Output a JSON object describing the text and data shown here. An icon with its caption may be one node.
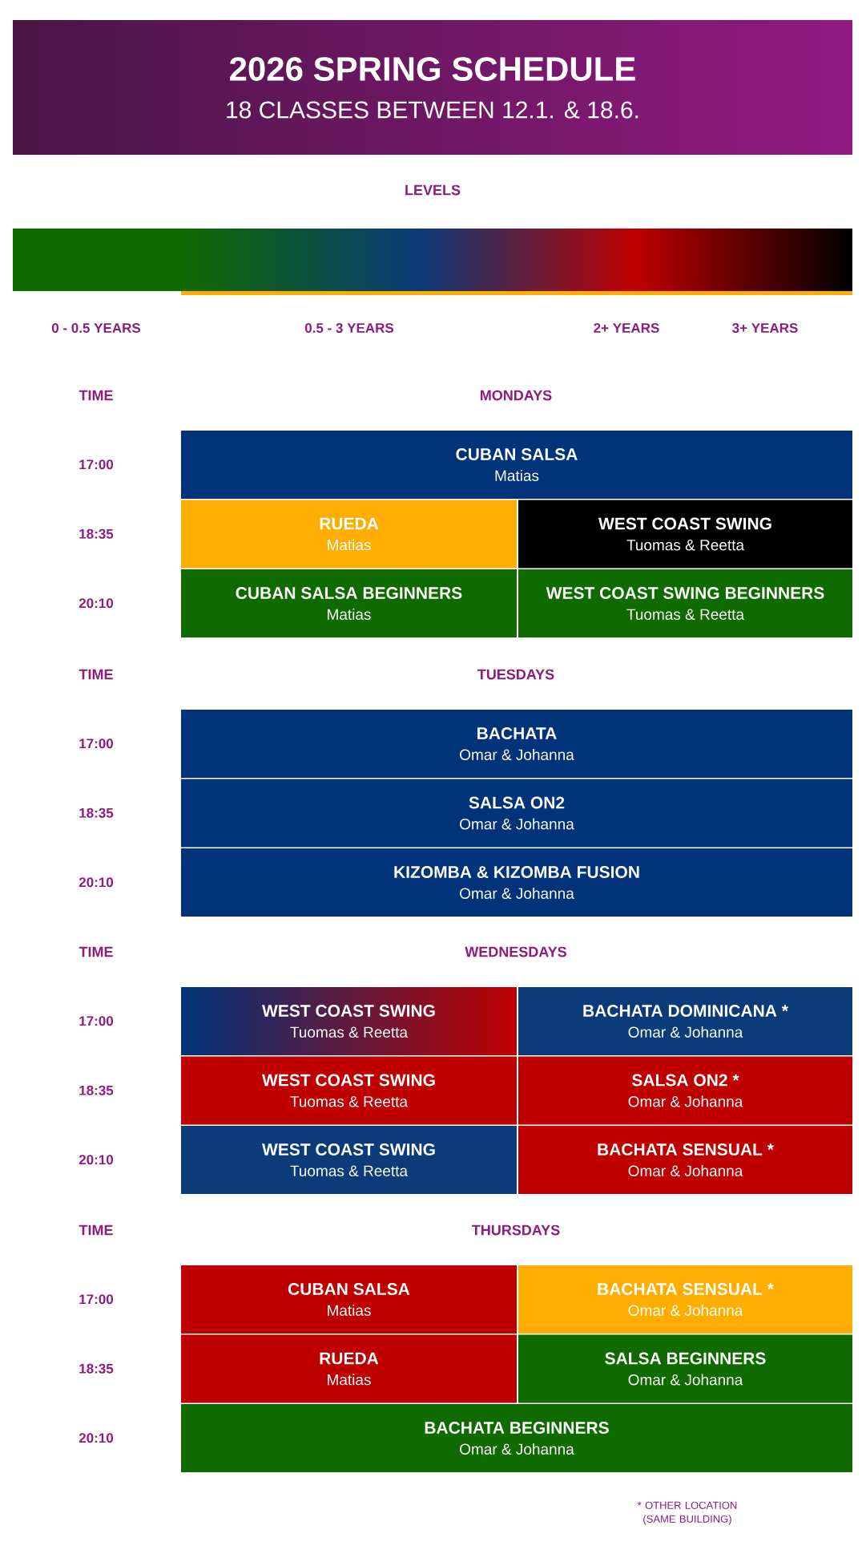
{
  "diagram": {
    "title": "2026 SPRING SCHEDULE",
    "nodes": [
      {
        "text": [
          "CUBAN SALSA",
          "Matias"
        ]
      },
      {
        "text": [
          "RUEDA",
          "Matias"
        ]
      },
      {
        "text": [
          "WEST COAST SWING",
          "Tuomas & Reetta"
        ]
      },
      {
        "text": [
          "CUBAN SALSA BEGINNERS",
          "Matias"
        ]
      },
      {
        "text": [
          "WEST COAST SWING BEGINNERS",
          "Tuomas & Reetta"
        ]
      },
      {
        "text": [
          "BACHATA",
          "Omar & Johanna"
        ]
      },
      {
        "text": [
          "SALSA ON2",
          "Omar & Johanna"
        ]
      },
      {
        "text": [
          "KIZOMBA & KIZOMBA FUSION",
          "Omar & Johanna"
        ]
      },
      {
        "text": [
          "WEST COAST SWING",
          "Tuomas & Reetta"
        ]
      },
      {
        "text": [
          "BACHATA DOMINICANA *",
          "Omar & Johanna"
        ]
      },
      {
        "text": [
          "WEST COAST SWING",
          "Tuomas & Reetta"
        ]
      },
      {
        "text": [
          "SALSA ON2 *",
          "Omar & Johanna"
        ]
      },
      {
        "text": [
          "WEST COAST SWING",
          "Tuomas & Reetta"
        ]
      },
      {
        "text": [
          "BACHATA SENSUAL *",
          "Omar & Johanna"
        ]
      },
      {
        "text": [
          "CUBAN SALSA",
          "Matias"
        ]
      },
      {
        "text": [
          "BACHATA SENSUAL *",
          "Omar & Johanna"
        ]
      },
      {
        "text": [
          "RUEDA",
          "Matias"
        ]
      },
      {
        "text": [
          "SALSA BEGINNERS",
          "Omar & Johanna"
        ]
      },
      {
        "text": [
          "BACHATA BEGINNERS",
          "Omar & Johanna"
        ]
      }
    ],
    "labels": [
      "18 CLASSES BETWEEN 12.1. & 18.6.",
      "LEVELS",
      "0 - 0.5 YEARS",
      "0.5 - 3 YEARS",
      "2+ YEARS",
      "3+ YEARS",
      "TIME",
      "MONDAYS",
      "17:00",
      "18:35",
      "20:10",
      "TIME",
      "TUESDAYS",
      "17:00",
      "18:35",
      "20:10",
      "TIME",
      "WEDNESDAYS",
      "17:00",
      "18:35",
      "20:10",
      "TIME",
      "THURSDAYS",
      "17:00",
      "18:35",
      "20:10",
      "* OTHER LOCATION (SAME BUILDING)"
    ]
  }
}
